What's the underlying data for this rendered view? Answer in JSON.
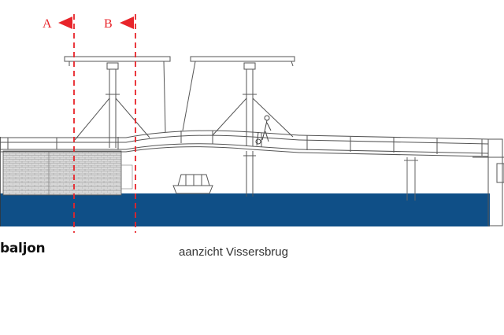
{
  "sections": [
    {
      "label": "A",
      "color": "#e8242a"
    },
    {
      "label": "B",
      "color": "#e8242a"
    }
  ],
  "brand": {
    "logo_text": "baljon"
  },
  "caption": "aanzicht Vissersbrug",
  "colors": {
    "water": "#0f4f87",
    "line": "#555555",
    "section_line": "#e8242a",
    "brick": "#c8c8c8"
  }
}
